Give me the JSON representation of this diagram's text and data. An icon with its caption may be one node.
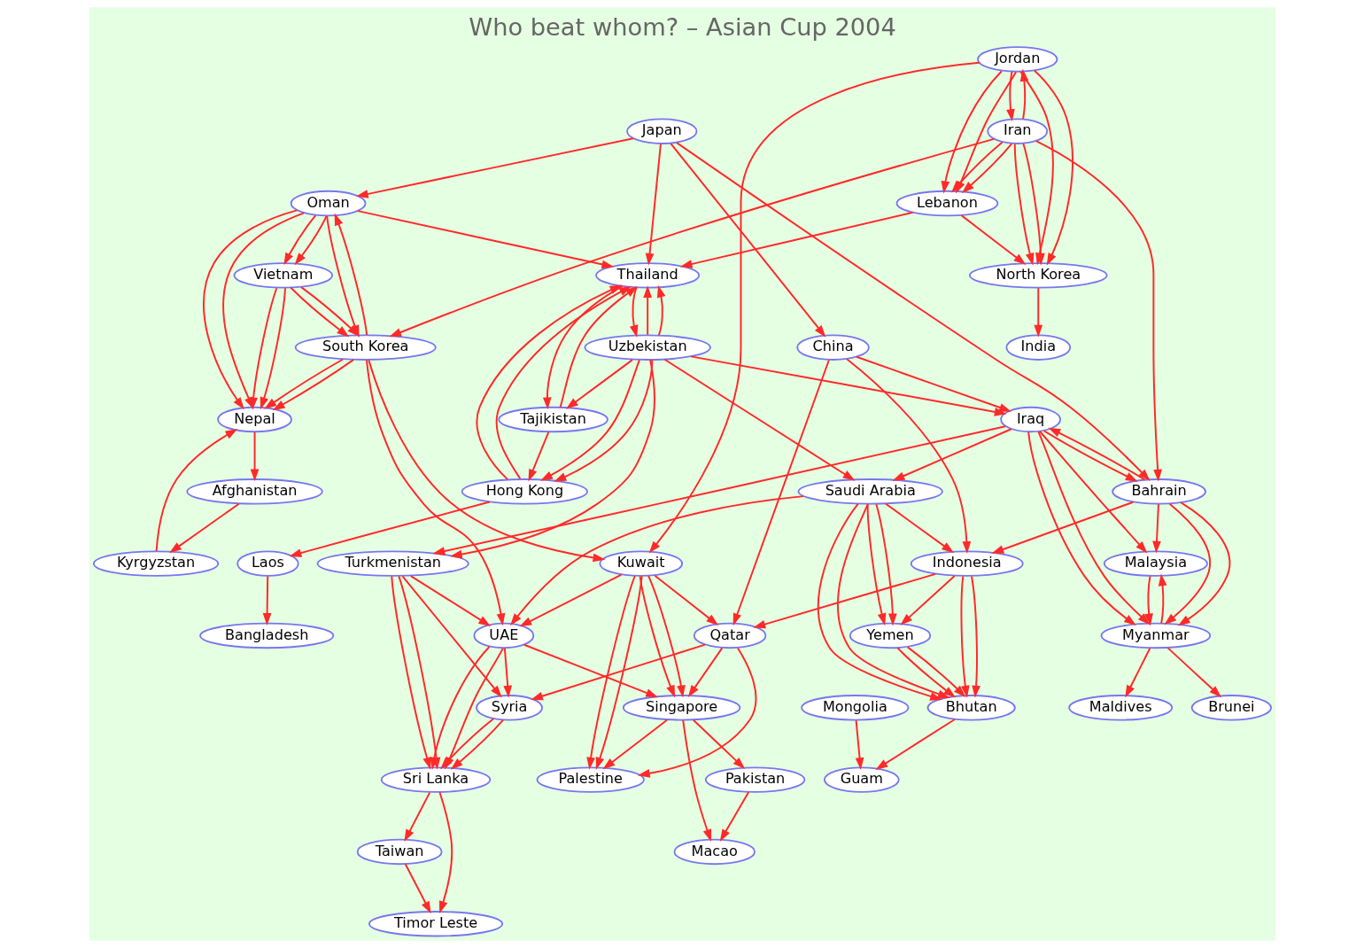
{
  "diagram": {
    "title": "Who beat whom? – Asian Cup 2004",
    "nodes": [
      {
        "text": [
          "Japan"
        ]
      },
      {
        "text": [
          "Uzbekistan"
        ]
      },
      {
        "text": [
          "China"
        ]
      },
      {
        "text": [
          "Jordan"
        ]
      },
      {
        "text": [
          "Oman"
        ]
      },
      {
        "text": [
          "Tajikistan"
        ]
      },
      {
        "text": [
          "Iraq"
        ]
      },
      {
        "text": [
          "Iran"
        ]
      },
      {
        "text": [
          "Vietnam"
        ]
      },
      {
        "text": [
          "Hong Kong"
        ]
      },
      {
        "text": [
          "Saudi Arabia"
        ]
      },
      {
        "text": [
          "Bahrain"
        ]
      },
      {
        "text": [
          "Lebanon"
        ]
      },
      {
        "text": [
          "South Korea"
        ]
      },
      {
        "text": [
          "Thailand"
        ]
      },
      {
        "text": [
          "Laos"
        ]
      },
      {
        "text": [
          "Turkmenistan"
        ]
      },
      {
        "text": [
          "Myanmar"
        ]
      },
      {
        "text": [
          "Indonesia"
        ]
      },
      {
        "text": [
          "North Korea"
        ]
      },
      {
        "text": [
          "Kuwait"
        ]
      },
      {
        "text": [
          "Nepal"
        ]
      },
      {
        "text": [
          "Bangladesh"
        ]
      },
      {
        "text": [
          "Yemen"
        ]
      },
      {
        "text": [
          "Malaysia"
        ]
      },
      {
        "text": [
          "Brunei"
        ]
      },
      {
        "text": [
          "Maldives"
        ]
      },
      {
        "text": [
          "India"
        ]
      },
      {
        "text": [
          "Qatar"
        ]
      },
      {
        "text": [
          "UAE"
        ]
      },
      {
        "text": [
          "Afghanistan"
        ]
      },
      {
        "text": [
          "Mongolia"
        ]
      },
      {
        "text": [
          "Bhutan"
        ]
      },
      {
        "text": [
          "Syria"
        ]
      },
      {
        "text": [
          "Singapore"
        ]
      },
      {
        "text": [
          "Kyrgyzstan"
        ]
      },
      {
        "text": [
          "Guam"
        ]
      },
      {
        "text": [
          "Sri Lanka"
        ]
      },
      {
        "text": [
          "Palestine"
        ]
      },
      {
        "text": [
          "Pakistan"
        ]
      },
      {
        "text": [
          "Taiwan"
        ]
      },
      {
        "text": [
          "Macao"
        ]
      },
      {
        "text": [
          "Timor Leste"
        ]
      }
    ],
    "edges": [
      {
        "from": 0,
        "to": 14,
        "arrow": "to"
      },
      {
        "from": 0,
        "to": 11,
        "arrow": "to"
      },
      {
        "from": 0,
        "to": 2,
        "arrow": "to"
      },
      {
        "from": 0,
        "to": 4,
        "arrow": "to"
      },
      {
        "from": 1,
        "to": 5,
        "arrow": "to"
      },
      {
        "from": 1,
        "to": 9,
        "arrow": "to"
      },
      {
        "from": 1,
        "to": 9,
        "arrow": "to"
      },
      {
        "from": 1,
        "to": 10,
        "arrow": "to"
      },
      {
        "from": 1,
        "to": 16,
        "arrow": "to"
      },
      {
        "from": 1,
        "to": 6,
        "arrow": "to"
      },
      {
        "from": 1,
        "to": 14,
        "arrow": "to"
      },
      {
        "from": 1,
        "to": 14,
        "arrow": "to"
      },
      {
        "from": 14,
        "to": 1,
        "arrow": "to"
      },
      {
        "from": 14,
        "to": 5,
        "arrow": "to"
      },
      {
        "from": 5,
        "to": 14,
        "arrow": "to"
      },
      {
        "from": 5,
        "to": 9,
        "arrow": "to"
      },
      {
        "from": 9,
        "to": 14,
        "arrow": "to"
      },
      {
        "from": 9,
        "to": 14,
        "arrow": "to"
      },
      {
        "from": 9,
        "to": 15,
        "arrow": "to"
      },
      {
        "from": 6,
        "to": 10,
        "arrow": "to"
      },
      {
        "from": 10,
        "to": 18,
        "arrow": "to"
      },
      {
        "from": 10,
        "to": 23,
        "arrow": "to"
      },
      {
        "from": 10,
        "to": 23,
        "arrow": "to"
      },
      {
        "from": 10,
        "to": 32,
        "arrow": "to"
      },
      {
        "from": 10,
        "to": 32,
        "arrow": "to"
      },
      {
        "from": 10,
        "to": 29,
        "arrow": "to"
      },
      {
        "from": 4,
        "to": 14,
        "arrow": "to"
      },
      {
        "from": 12,
        "to": 14,
        "arrow": "to"
      },
      {
        "from": 2,
        "to": 6,
        "arrow": "to"
      },
      {
        "from": 2,
        "to": 18,
        "arrow": "to"
      },
      {
        "from": 2,
        "to": 28,
        "arrow": "to"
      },
      {
        "from": 3,
        "to": 12,
        "arrow": "to"
      },
      {
        "from": 3,
        "to": 12,
        "arrow": "to"
      },
      {
        "from": 3,
        "to": 7,
        "arrow": "to"
      },
      {
        "from": 7,
        "to": 3,
        "arrow": "to"
      },
      {
        "from": 3,
        "to": 19,
        "arrow": "to"
      },
      {
        "from": 3,
        "to": 19,
        "arrow": "to"
      },
      {
        "from": 3,
        "to": 20,
        "arrow": "to"
      },
      {
        "from": 7,
        "to": 11,
        "arrow": "to"
      },
      {
        "from": 7,
        "to": 12,
        "arrow": "to"
      },
      {
        "from": 7,
        "to": 12,
        "arrow": "to"
      },
      {
        "from": 7,
        "to": 19,
        "arrow": "to"
      },
      {
        "from": 7,
        "to": 19,
        "arrow": "to"
      },
      {
        "from": 7,
        "to": 13,
        "arrow": "to"
      },
      {
        "from": 13,
        "to": 4,
        "arrow": "to"
      },
      {
        "from": 4,
        "to": 13,
        "arrow": "to"
      },
      {
        "from": 4,
        "to": 21,
        "arrow": "to"
      },
      {
        "from": 4,
        "to": 21,
        "arrow": "to"
      },
      {
        "from": 4,
        "to": 8,
        "arrow": "to"
      },
      {
        "from": 4,
        "to": 8,
        "arrow": "to"
      },
      {
        "from": 8,
        "to": 13,
        "arrow": "to"
      },
      {
        "from": 8,
        "to": 13,
        "arrow": "to"
      },
      {
        "from": 8,
        "to": 21,
        "arrow": "to"
      },
      {
        "from": 8,
        "to": 21,
        "arrow": "to"
      },
      {
        "from": 13,
        "to": 20,
        "arrow": "to"
      },
      {
        "from": 13,
        "to": 29,
        "arrow": "to"
      },
      {
        "from": 13,
        "to": 21,
        "arrow": "to"
      },
      {
        "from": 13,
        "to": 21,
        "arrow": "to"
      },
      {
        "from": 6,
        "to": 11,
        "arrow": "to"
      },
      {
        "from": 11,
        "to": 6,
        "arrow": "to"
      },
      {
        "from": 6,
        "to": 17,
        "arrow": "to"
      },
      {
        "from": 6,
        "to": 17,
        "arrow": "to"
      },
      {
        "from": 6,
        "to": 16,
        "arrow": "to"
      },
      {
        "from": 6,
        "to": 24,
        "arrow": "to"
      },
      {
        "from": 11,
        "to": 17,
        "arrow": "to"
      },
      {
        "from": 11,
        "to": 17,
        "arrow": "to"
      },
      {
        "from": 11,
        "to": 18,
        "arrow": "to"
      },
      {
        "from": 11,
        "to": 24,
        "arrow": "to"
      },
      {
        "from": 12,
        "to": 19,
        "arrow": "to"
      },
      {
        "from": 19,
        "to": 27,
        "arrow": "to"
      },
      {
        "from": 15,
        "to": 22,
        "arrow": "to"
      },
      {
        "from": 16,
        "to": 33,
        "arrow": "to"
      },
      {
        "from": 16,
        "to": 37,
        "arrow": "to"
      },
      {
        "from": 16,
        "to": 37,
        "arrow": "to"
      },
      {
        "from": 16,
        "to": 29,
        "arrow": "to"
      },
      {
        "from": 24,
        "to": 17,
        "arrow": "to"
      },
      {
        "from": 17,
        "to": 24,
        "arrow": "to"
      },
      {
        "from": 17,
        "to": 25,
        "arrow": "to"
      },
      {
        "from": 17,
        "to": 26,
        "arrow": "to"
      },
      {
        "from": 18,
        "to": 23,
        "arrow": "to"
      },
      {
        "from": 18,
        "to": 32,
        "arrow": "to"
      },
      {
        "from": 18,
        "to": 32,
        "arrow": "to"
      },
      {
        "from": 18,
        "to": 28,
        "arrow": "to"
      },
      {
        "from": 20,
        "to": 28,
        "arrow": "to"
      },
      {
        "from": 20,
        "to": 29,
        "arrow": "to"
      },
      {
        "from": 20,
        "to": 38,
        "arrow": "to"
      },
      {
        "from": 20,
        "to": 38,
        "arrow": "to"
      },
      {
        "from": 20,
        "to": 34,
        "arrow": "to"
      },
      {
        "from": 20,
        "to": 34,
        "arrow": "to"
      },
      {
        "from": 21,
        "to": 30,
        "arrow": "to"
      },
      {
        "from": 30,
        "to": 35,
        "arrow": "to"
      },
      {
        "from": 35,
        "to": 21,
        "arrow": "to"
      },
      {
        "from": 23,
        "to": 32,
        "arrow": "to"
      },
      {
        "from": 23,
        "to": 32,
        "arrow": "to"
      },
      {
        "from": 31,
        "to": 36,
        "arrow": "to"
      },
      {
        "from": 32,
        "to": 36,
        "arrow": "to"
      },
      {
        "from": 28,
        "to": 33,
        "arrow": "to"
      },
      {
        "from": 28,
        "to": 38,
        "arrow": "to"
      },
      {
        "from": 28,
        "to": 34,
        "arrow": "to"
      },
      {
        "from": 29,
        "to": 33,
        "arrow": "to"
      },
      {
        "from": 29,
        "to": 37,
        "arrow": "to"
      },
      {
        "from": 29,
        "to": 37,
        "arrow": "to"
      },
      {
        "from": 29,
        "to": 34,
        "arrow": "to"
      },
      {
        "from": 33,
        "to": 37,
        "arrow": "to"
      },
      {
        "from": 33,
        "to": 37,
        "arrow": "to"
      },
      {
        "from": 34,
        "to": 38,
        "arrow": "to"
      },
      {
        "from": 34,
        "to": 39,
        "arrow": "to"
      },
      {
        "from": 34,
        "to": 41,
        "arrow": "to"
      },
      {
        "from": 39,
        "to": 41,
        "arrow": "to"
      },
      {
        "from": 37,
        "to": 40,
        "arrow": "to"
      },
      {
        "from": 37,
        "to": 42,
        "arrow": "to"
      },
      {
        "from": 40,
        "to": 42,
        "arrow": "to"
      }
    ]
  }
}
